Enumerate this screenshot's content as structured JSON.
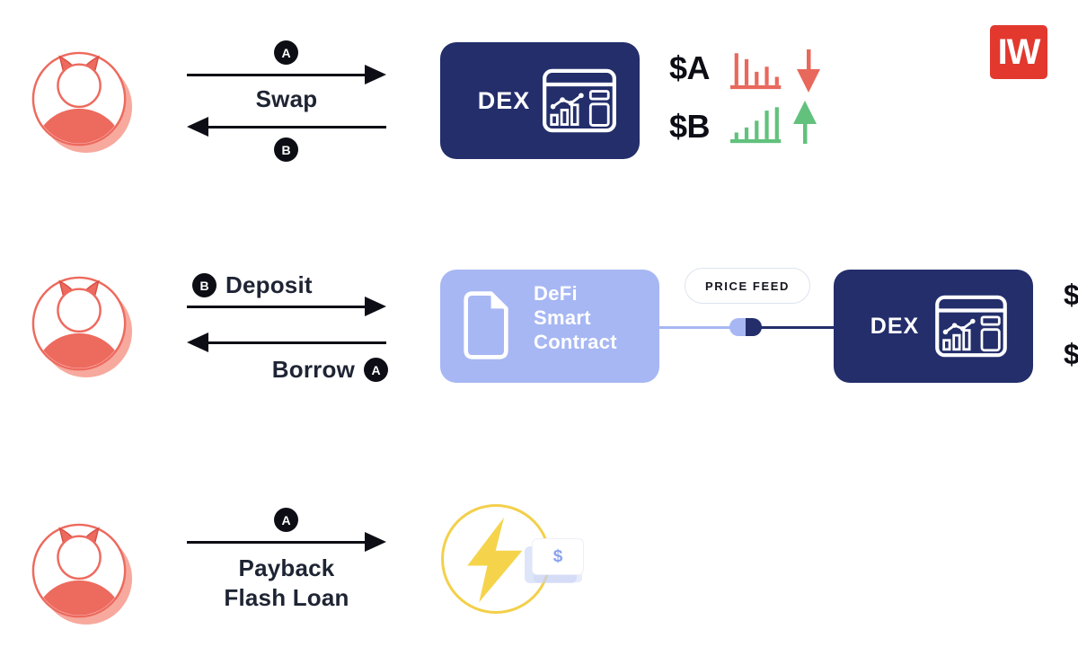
{
  "logo": {
    "text": "IW",
    "bg_color": "#e2382e"
  },
  "row1": {
    "badge_a": "A",
    "badge_b": "B",
    "swap_label": "Swap",
    "dex_label": "DEX",
    "tokens": [
      {
        "symbol": "$A",
        "trend": "down",
        "color": "#e8685c"
      },
      {
        "symbol": "$B",
        "trend": "up",
        "color": "#62c17d"
      }
    ]
  },
  "row2": {
    "badge_b": "B",
    "deposit_label": "Deposit",
    "borrow_label": "Borrow",
    "badge_a": "A",
    "contract_lines": [
      "DeFi",
      "Smart",
      "Contract"
    ],
    "price_feed_label": "PRICE FEED",
    "dex_label": "DEX",
    "dollar_a": "$",
    "dollar_b": "$"
  },
  "row3": {
    "badge_a": "A",
    "payback_line1": "Payback",
    "payback_line2": "Flash Loan",
    "card_dollar": "$"
  },
  "colors": {
    "navy": "#232e6b",
    "periwinkle": "#a7b7f3",
    "salmon": "#ed6a5e",
    "salmon_shadow": "#f7a99e",
    "red_trend": "#e8685c",
    "green_trend": "#62c17d",
    "yellow": "#f3d04b",
    "logo_red": "#e2382e",
    "ink": "#0d0d15",
    "text_navy": "#1e2433",
    "card_dollar_blue": "#8ba3ee"
  }
}
